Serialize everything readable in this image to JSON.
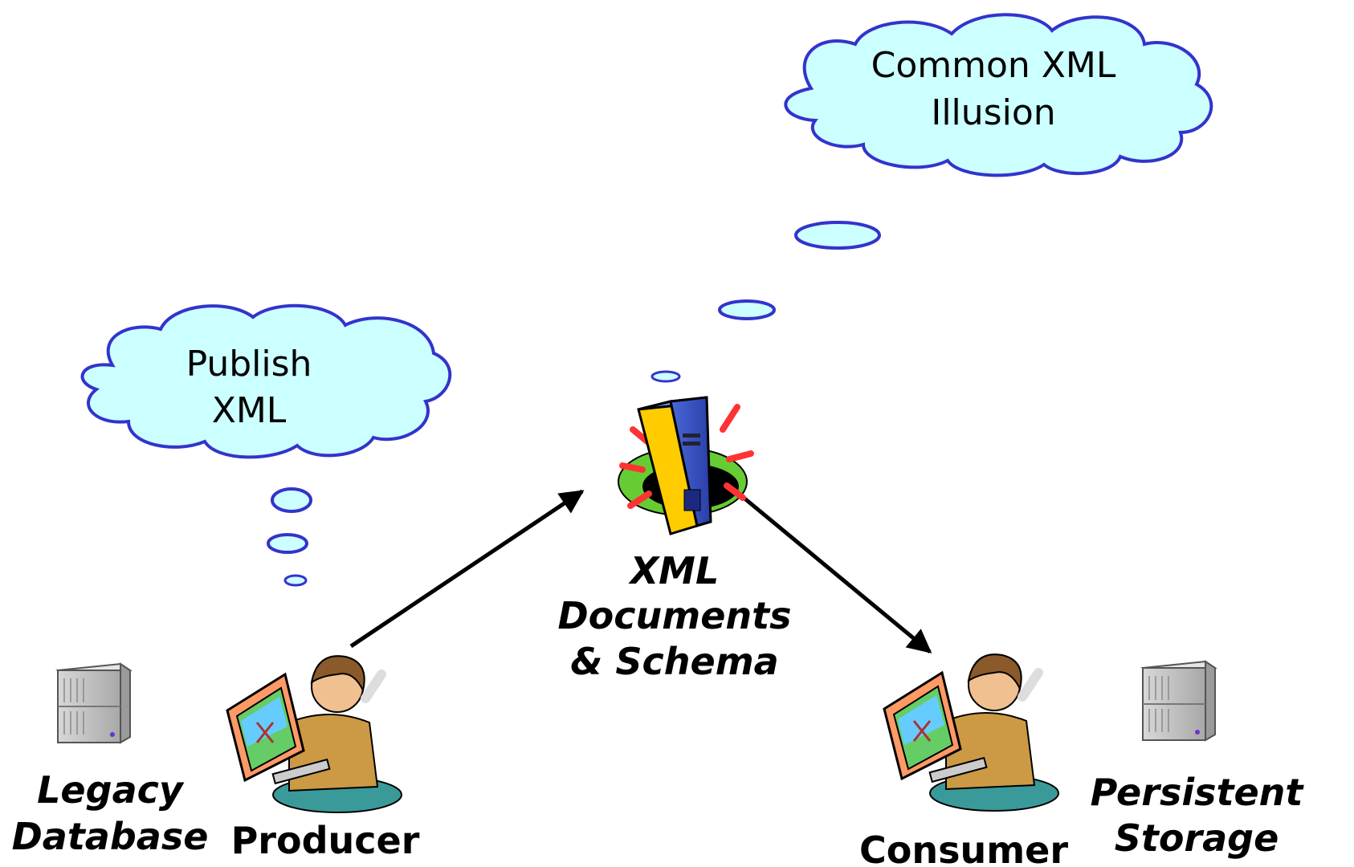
{
  "clouds": {
    "illusion": {
      "line1": "Common XML",
      "line2": "Illusion"
    },
    "publish": {
      "line1": "Publish",
      "line2": "XML"
    }
  },
  "labels": {
    "legacy_db": {
      "line1": "Legacy",
      "line2": "Database"
    },
    "producer": "Producer",
    "xml_docs": {
      "line1": "XML",
      "line2": "Documents",
      "line3": "& Schema"
    },
    "consumer": "Consumer",
    "persistent": {
      "line1": "Persistent",
      "line2": "Storage"
    }
  },
  "icons": {
    "legacy_db": "server-rack-icon",
    "producer": "person-at-computer-icon",
    "xml_server": "server-tower-icon",
    "consumer": "person-at-computer-icon",
    "persistent": "server-rack-icon"
  },
  "colors": {
    "cloud_fill": "#ccffff",
    "cloud_stroke": "#3333cc",
    "arrow": "#000000"
  }
}
